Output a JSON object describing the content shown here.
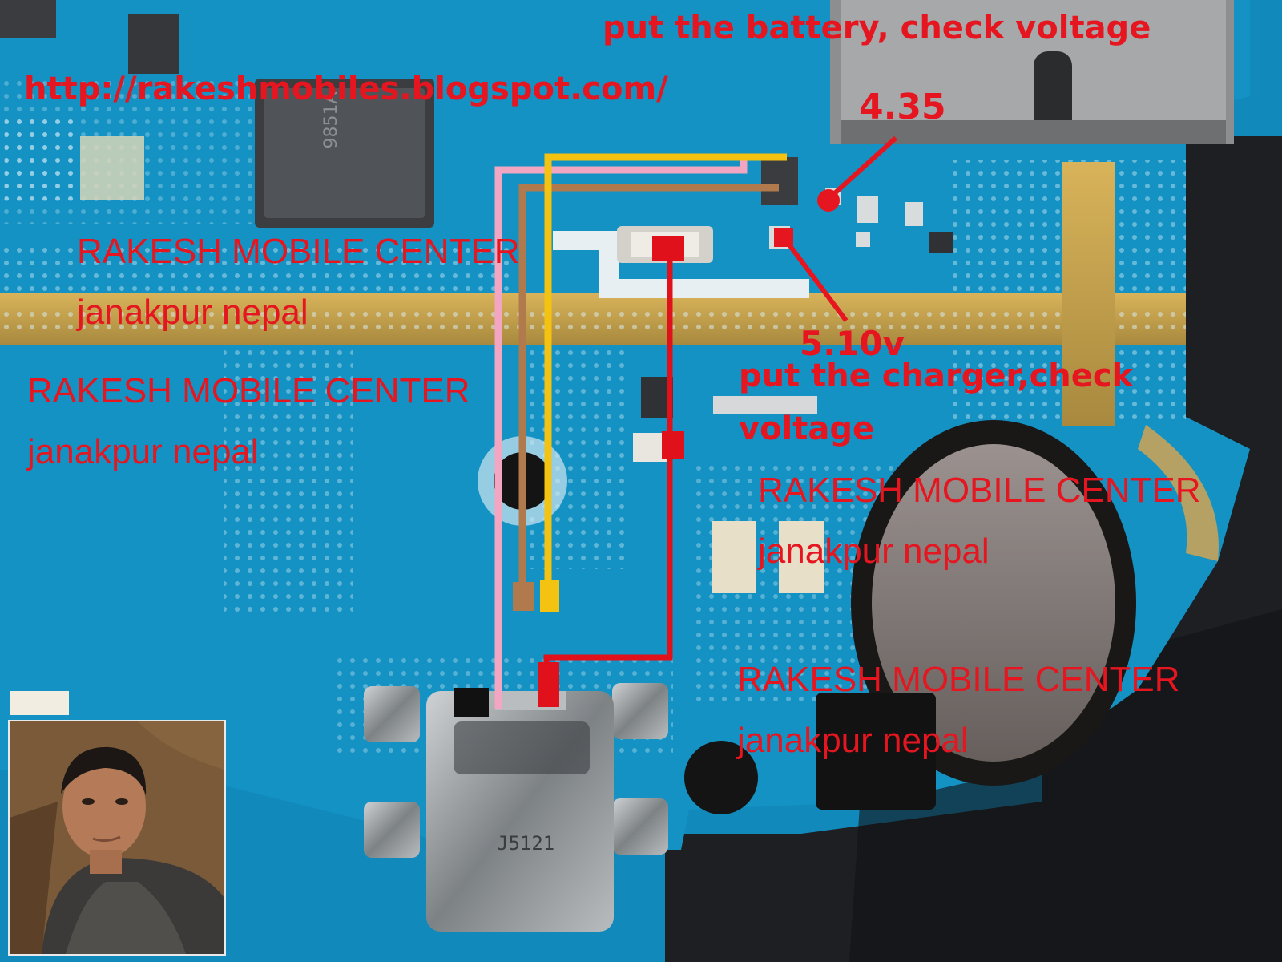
{
  "url_text": "http://rakeshmobiles.blogspot.com/",
  "battery_instruction": "put the battery, check voltage",
  "battery_voltage": "4.35",
  "charger_voltage": "5.10v",
  "charger_instruction": "put the charger,check voltage",
  "credits": [
    {
      "line1": "RAKESH MOBILE CENTER",
      "line2": "janakpur nepal"
    },
    {
      "line1": "RAKESH MOBILE CENTER",
      "line2": "janakpur nepal"
    },
    {
      "line1": "RAKESH MOBILE CENTER",
      "line2": "janakpur nepal"
    },
    {
      "line1": "RAKESH MOBILE CENTER",
      "line2": "janakpur nepal"
    }
  ],
  "connector_marking": "J5121",
  "chip_marking": "9851A",
  "colors": {
    "board": "#1087b8",
    "text_red": "#e5161f",
    "wire_pink": "#f2a6c2",
    "wire_brown": "#b07a4c",
    "wire_yellow": "#f4c312",
    "wire_red": "#e0111b"
  }
}
